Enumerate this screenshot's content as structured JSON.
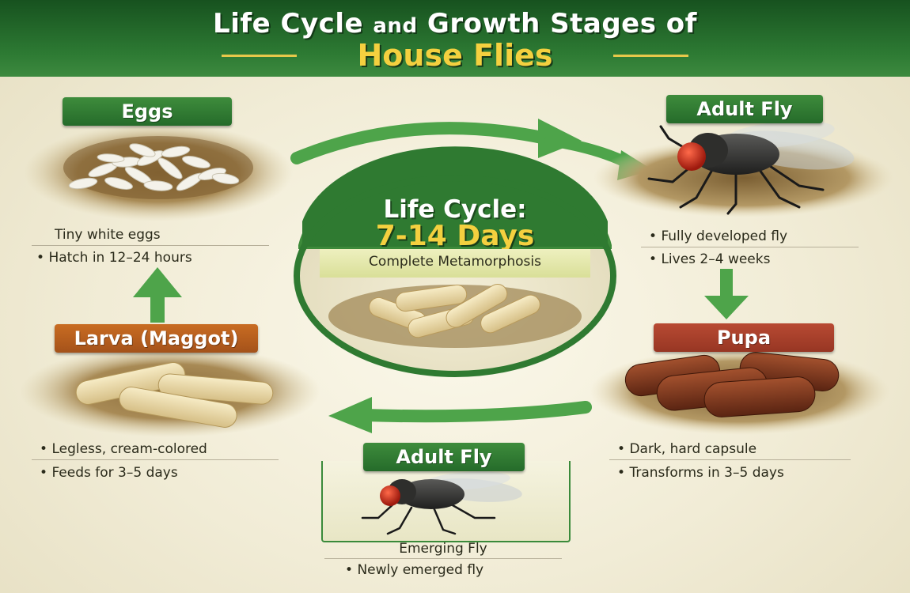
{
  "header": {
    "title_prefix": "Life Cycle",
    "title_and": "and",
    "title_suffix": "Growth Stages of",
    "title_main": "House Flies"
  },
  "center": {
    "title": "Life Cycle:",
    "duration": "7-14 Days",
    "subtitle": "Complete Metamorphosis"
  },
  "stages": {
    "eggs": {
      "label": "Eggs",
      "notes": [
        "Tiny white eggs",
        "Hatch in 12–24 hours"
      ]
    },
    "adult": {
      "label": "Adult Fly",
      "notes": [
        "Fully developed fly",
        "Lives 2–4 weeks"
      ]
    },
    "pupa": {
      "label": "Pupa",
      "notes": [
        "Dark, hard capsule",
        "Transforms in 3–5 days"
      ]
    },
    "larva": {
      "label": "Larva (Maggot)",
      "notes": [
        "Legless, cream-colored",
        "Feeds for 3–5 days"
      ]
    },
    "emerging": {
      "label": "Adult Fly",
      "caption": "Emerging Fly",
      "note": "Newly emerged fly"
    }
  },
  "colors": {
    "header_green": "#2d7a33",
    "title_yellow": "#f4d03f",
    "label_green": "#2f7a31",
    "label_orange": "#b65e1e",
    "label_red": "#a94029",
    "arrow_green": "#4ea44a"
  }
}
